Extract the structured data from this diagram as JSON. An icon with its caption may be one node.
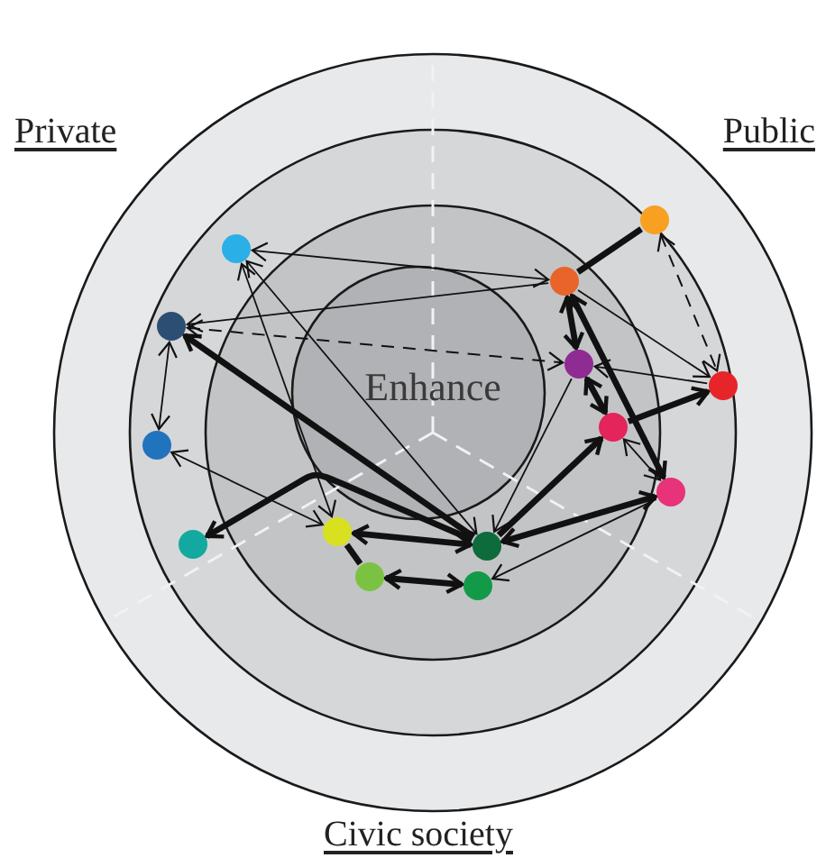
{
  "diagram": {
    "nodes": [
      {
        "text": [],
        "shape": "circle"
      },
      {
        "text": [],
        "shape": "circle"
      },
      {
        "text": [],
        "shape": "circle"
      },
      {
        "text": [],
        "shape": "circle"
      },
      {
        "text": [],
        "shape": "circle"
      },
      {
        "text": [],
        "shape": "circle"
      },
      {
        "text": [],
        "shape": "circle"
      },
      {
        "text": [],
        "shape": "circle"
      },
      {
        "text": [],
        "shape": "circle"
      },
      {
        "text": [],
        "shape": "circle"
      },
      {
        "text": [],
        "shape": "circle"
      },
      {
        "text": [],
        "shape": "circle"
      },
      {
        "text": [],
        "shape": "circle"
      },
      {
        "text": [],
        "shape": "circle"
      }
    ],
    "edges": [
      {
        "from": 0,
        "to": 2,
        "arrow": "both"
      },
      {
        "from": 2,
        "to": 3,
        "arrow": "to"
      },
      {
        "from": 3,
        "to": 4,
        "arrow": "both",
        "style": "dashed"
      },
      {
        "from": 3,
        "to": 7,
        "arrow": "both"
      },
      {
        "from": 11,
        "to": 3,
        "arrow": "to",
        "style": "thick"
      },
      {
        "from": 7,
        "to": 10,
        "arrow": "both"
      },
      {
        "from": 11,
        "to": 9,
        "arrow": "to",
        "style": "thick"
      },
      {
        "from": 0,
        "to": 10,
        "arrow": "both"
      },
      {
        "from": 0,
        "to": 11,
        "arrow": "both"
      },
      {
        "from": 10,
        "to": 12,
        "arrow": "none",
        "style": "thick"
      },
      {
        "from": 12,
        "to": 13,
        "arrow": "both",
        "style": "thick"
      },
      {
        "from": 11,
        "to": 10,
        "arrow": "both",
        "style": "thick"
      },
      {
        "from": 11,
        "to": 6,
        "arrow": "to",
        "style": "thick"
      },
      {
        "from": 11,
        "to": 8,
        "arrow": "both",
        "style": "thick"
      },
      {
        "from": 8,
        "to": 13,
        "arrow": "to"
      },
      {
        "from": 1,
        "to": 2,
        "arrow": "none",
        "style": "thick"
      },
      {
        "from": 1,
        "to": 5,
        "arrow": "both",
        "style": "dashed"
      },
      {
        "from": 2,
        "to": 4,
        "arrow": "both",
        "style": "thick"
      },
      {
        "from": 2,
        "to": 8,
        "arrow": "both",
        "style": "thick"
      },
      {
        "from": 2,
        "to": 5,
        "arrow": "to"
      },
      {
        "from": 5,
        "to": 4,
        "arrow": "to"
      },
      {
        "from": 4,
        "to": 6,
        "arrow": "both",
        "style": "thick"
      },
      {
        "from": 6,
        "to": 5,
        "arrow": "to",
        "style": "thick"
      },
      {
        "from": 6,
        "to": 8,
        "arrow": "both"
      },
      {
        "from": 4,
        "to": 11,
        "arrow": "to"
      }
    ],
    "labels": [
      "Private",
      "Public",
      "Enhance",
      "Civic society"
    ]
  }
}
